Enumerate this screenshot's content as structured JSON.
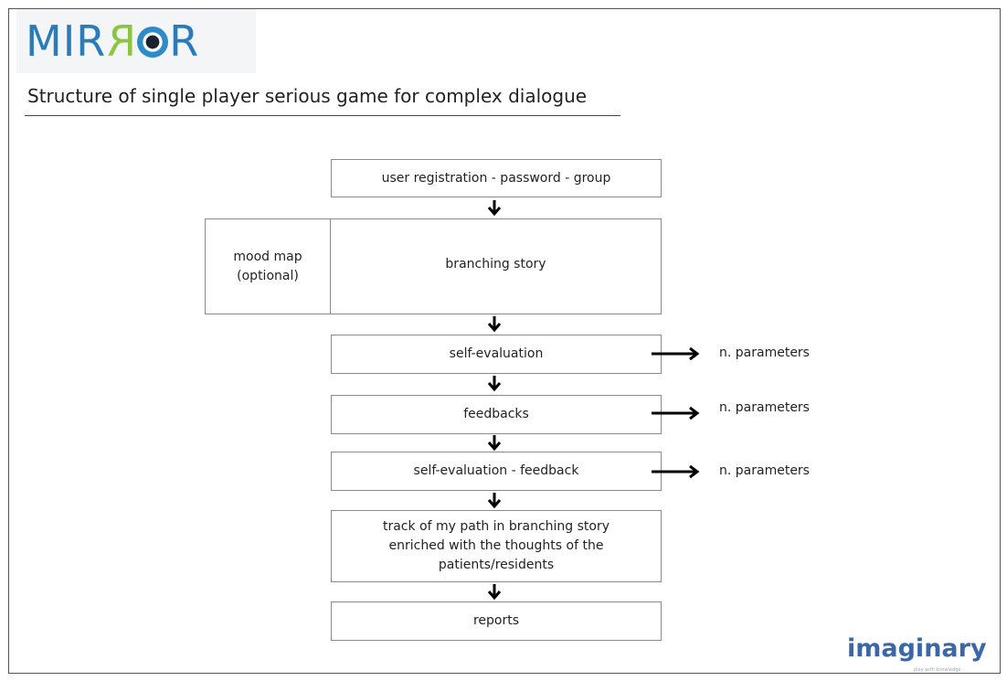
{
  "logo": {
    "pre": "MIR",
    "mirrored": "R",
    "post": "R"
  },
  "title": "Structure of single player serious game for complex dialogue",
  "nodes": {
    "registration": "user registration - password - group",
    "mood_map_line1": "mood map",
    "mood_map_line2": "(optional)",
    "branching_story": "branching story",
    "self_evaluation": "self-evaluation",
    "feedbacks": "feedbacks",
    "self_eval_feedback": "self-evaluation - feedback",
    "track_line1": "track of my path in branching story",
    "track_line2": "enriched with the thoughts of the",
    "track_line3": "patients/residents",
    "reports": "reports"
  },
  "outputs": {
    "p1": "n. parameters",
    "p2": "n. parameters",
    "p3": "n. parameters"
  },
  "brand": {
    "name": "imaginary",
    "tagline": "play with knowledge"
  },
  "colors": {
    "logo_blue": "#2a7bb8",
    "logo_green": "#8cc63f",
    "brand_blue": "#3b66a8"
  }
}
